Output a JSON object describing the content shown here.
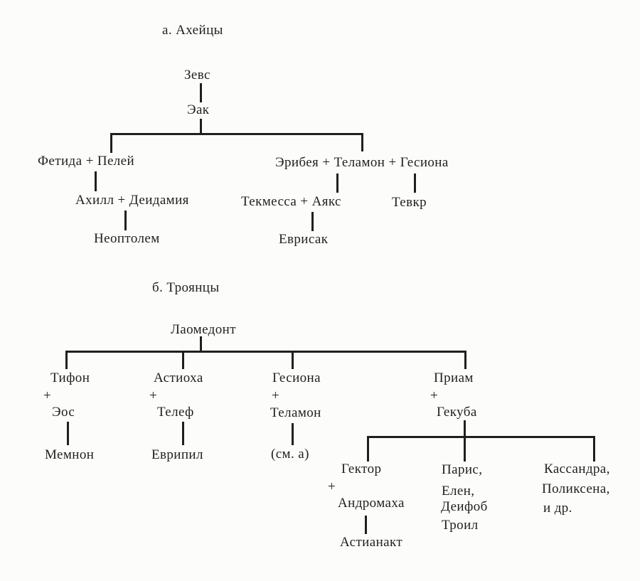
{
  "page": {
    "background": "#fcfcfa",
    "ink": "#1f1f1f",
    "kind": "scanned genealogy diagram"
  },
  "achaeans": {
    "title": "а. Ахейцы",
    "zeus": "Зевс",
    "aeacus": "Эак",
    "generation1": {
      "left_couple": "Фетида + Пелей",
      "right_couple": "Эрибея + Теламон + Гесиона"
    },
    "generation2": {
      "left_couple": "Ахилл + Деидамия",
      "middle_couple": "Текмесса + Аякс",
      "right": "Тевкр"
    },
    "generation3": {
      "left": "Неоптолем",
      "middle": "Еврисак"
    }
  },
  "trojans": {
    "title": "б. Троянцы",
    "laomedon": "Лаомедонт",
    "columns": [
      {
        "head": "Тифон",
        "plus": "+",
        "partner": "Эос",
        "child": "Мемнон"
      },
      {
        "head": "Астиоха",
        "plus": "+",
        "partner": "Телеф",
        "child": "Еврипил"
      },
      {
        "head": "Гесиона",
        "plus": "+",
        "partner": "Теламон",
        "child": "(см. а)"
      },
      {
        "head": "Приам",
        "plus": "+",
        "partner": "Гекуба"
      }
    ],
    "priam_children": {
      "hector_group": {
        "name": "Гектор",
        "plus": "+",
        "wife": "Андромаха",
        "child": "Астианакт"
      },
      "paris_group": [
        "Парис,",
        "Елен,",
        "Деифоб",
        "Троил"
      ],
      "cassandra_group": [
        "Кассандра,",
        "Поликсена,",
        "и др."
      ]
    }
  }
}
